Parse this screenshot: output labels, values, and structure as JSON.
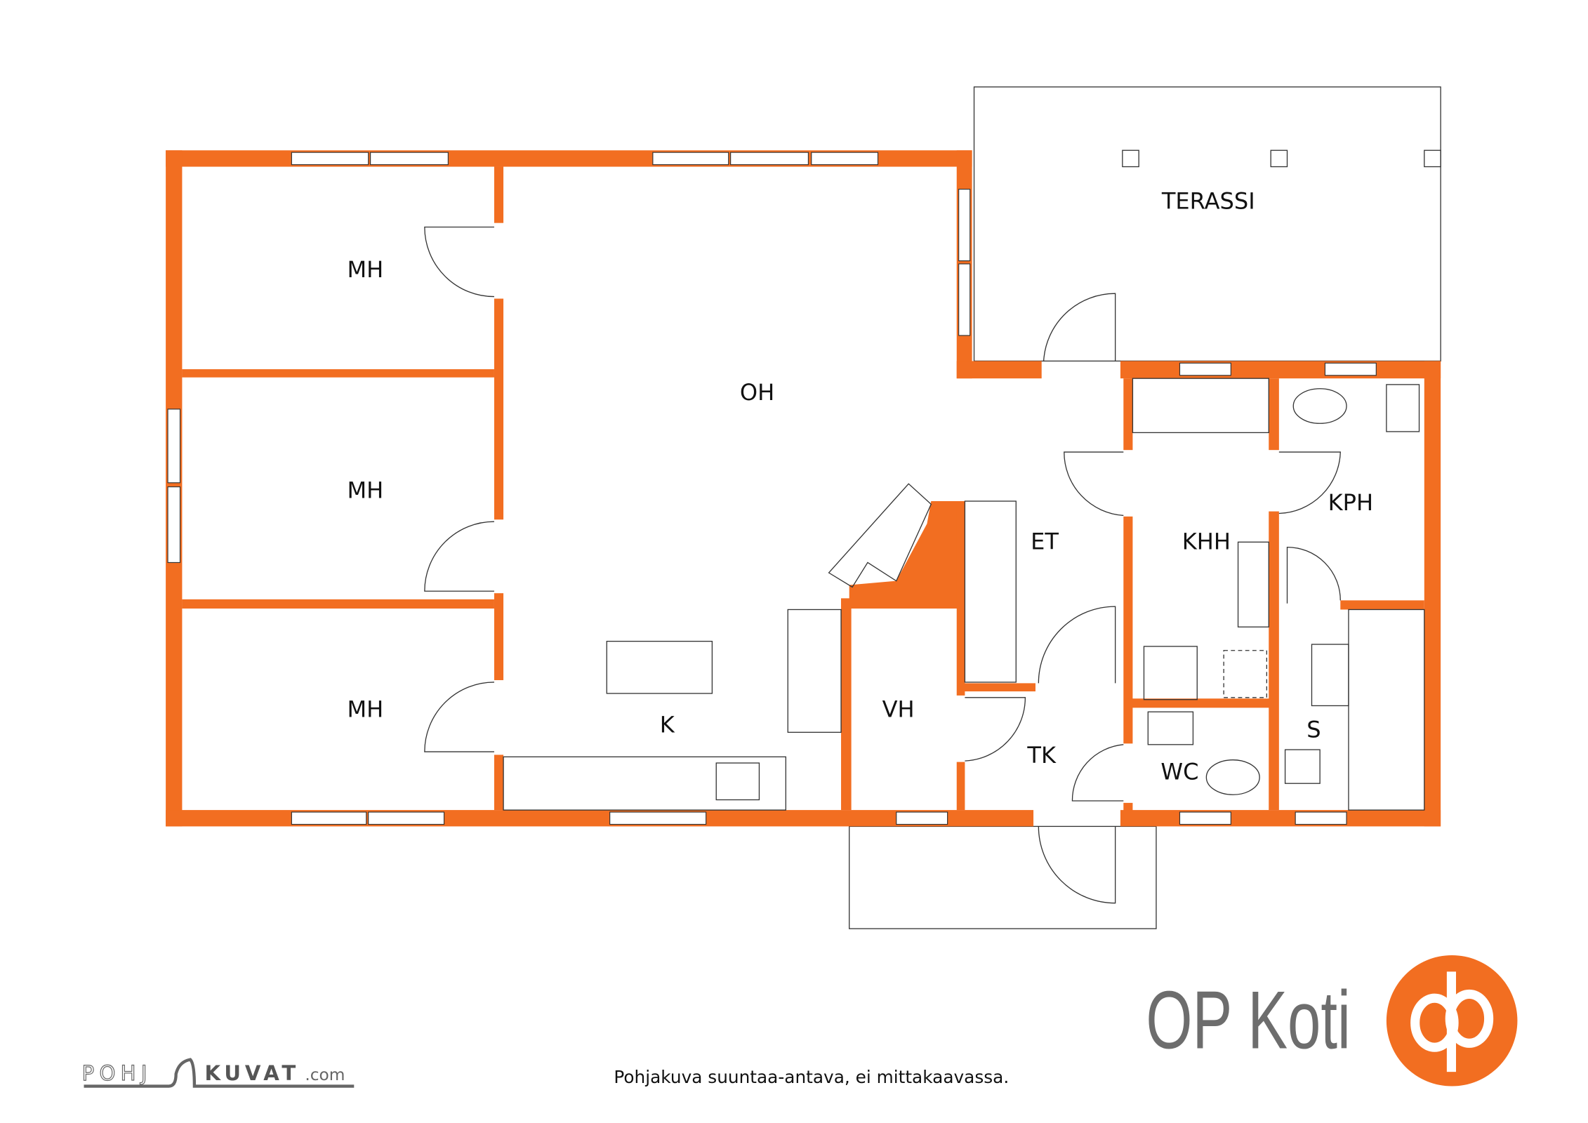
{
  "floorplan": {
    "rooms": {
      "mh1": "MH",
      "mh2": "MH",
      "mh3": "MH",
      "oh": "OH",
      "k": "K",
      "vh": "VH",
      "et": "ET",
      "tk": "TK",
      "khh": "KHH",
      "kph": "KPH",
      "wc": "WC",
      "s": "S",
      "terassi": "TERASSI"
    },
    "wall_color": "#F26E21"
  },
  "footer": {
    "caption": "Pohjakuva suuntaa-antava, ei mittakaavassa.",
    "brand_text": "OP Koti",
    "brand_color": "#F26E21",
    "pohjakuvat_left": "POHJ",
    "pohjakuvat_right": "KUVAT",
    "pohjakuvat_domain": ".com"
  }
}
